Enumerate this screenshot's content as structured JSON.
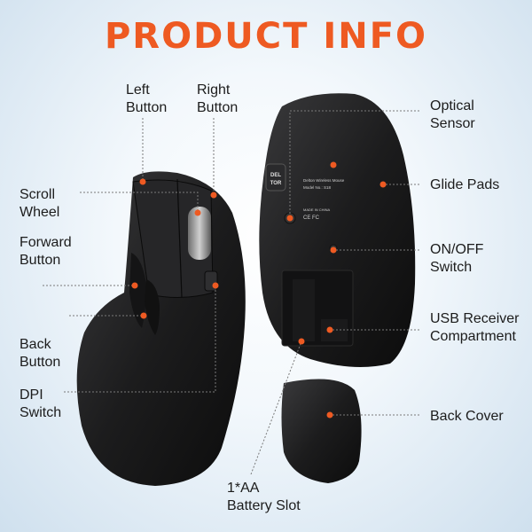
{
  "title": "PRODUCT INFO",
  "left_labels": [
    {
      "id": "left-button",
      "lines": [
        "Left",
        "Button"
      ]
    },
    {
      "id": "right-button",
      "lines": [
        "Right",
        "Button"
      ]
    },
    {
      "id": "scroll-wheel",
      "lines": [
        "Scroll",
        "Wheel"
      ]
    },
    {
      "id": "forward-button",
      "lines": [
        "Forward",
        "Button"
      ]
    },
    {
      "id": "back-button",
      "lines": [
        "Back",
        "Button"
      ]
    },
    {
      "id": "dpi-switch",
      "lines": [
        "DPI",
        "Switch"
      ]
    }
  ],
  "right_labels": [
    {
      "id": "optical-sensor",
      "lines": [
        "Optical",
        "Sensor"
      ]
    },
    {
      "id": "glide-pads",
      "lines": [
        "Glide Pads"
      ]
    },
    {
      "id": "on-off-switch",
      "lines": [
        "ON/OFF",
        "Switch"
      ]
    },
    {
      "id": "usb-receiver",
      "lines": [
        "USB Receiver",
        "Compartment"
      ]
    },
    {
      "id": "back-cover",
      "lines": [
        "Back Cover"
      ]
    },
    {
      "id": "battery-slot",
      "lines": [
        "1*AA",
        "Battery Slot"
      ]
    }
  ],
  "device_text": {
    "logo_top": "DEL",
    "logo_bottom": "TOR",
    "product_name": "Delton Wireless Mouse",
    "model": "Model No.: S18",
    "made_in": "MADE IN CHINA",
    "certs": "CE FC"
  },
  "colors": {
    "accent": "#ee5a22",
    "mouse": "#1e1e1f",
    "leader": "#7a7a7a"
  }
}
